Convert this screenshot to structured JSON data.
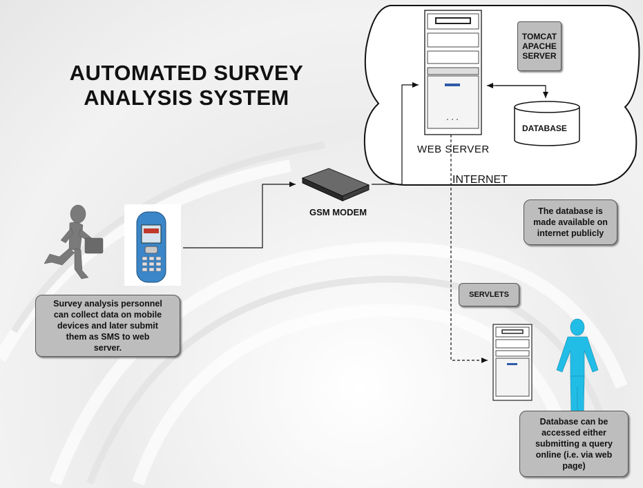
{
  "title": "AUTOMATED SURVEY\nANALYSIS SYSTEM",
  "labels": {
    "web_server": "WEB SERVER",
    "internet": "INTERNET",
    "gsm_modem": "GSM MODEM",
    "database": "DATABASE"
  },
  "boxes": {
    "tomcat": "TOMCAT\nAPACHE\nSERVER",
    "servlets": "SERVLETS",
    "database_public": "The database is\nmade available on\ninternet publicly",
    "personnel": "Survey analysis personnel\ncan collect data on mobile\ndevices and later submit\nthem as SMS to web\nserver.",
    "access": "Database can be\naccessed either\nsubmitting a query\nonline (i.e. via web\npage)"
  },
  "colors": {
    "box_fill": "#bdbdbd",
    "user_figure": "#22bde6",
    "runner_figure": "#7a7a7a",
    "phone_body": "#3a86c8"
  }
}
